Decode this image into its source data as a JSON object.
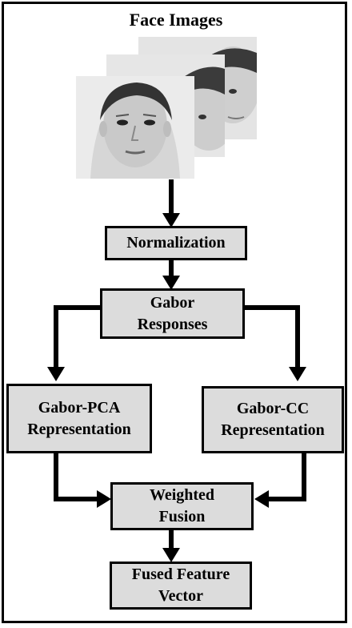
{
  "title": "Face Images",
  "nodes": {
    "normalization": "Normalization",
    "gabor_responses": [
      "Gabor",
      "Responses"
    ],
    "gabor_pca": [
      "Gabor-PCA",
      "Representation"
    ],
    "gabor_cc": [
      "Gabor-CC",
      "Representation"
    ],
    "weighted_fusion": [
      "Weighted",
      "Fusion"
    ],
    "fused_feature": [
      "Fused Feature",
      "Vector"
    ]
  },
  "face_images": [
    "face-photo-back",
    "face-photo-middle",
    "face-photo-front"
  ],
  "colors": {
    "box_fill": "#dcdcdc",
    "stroke": "#000000"
  }
}
